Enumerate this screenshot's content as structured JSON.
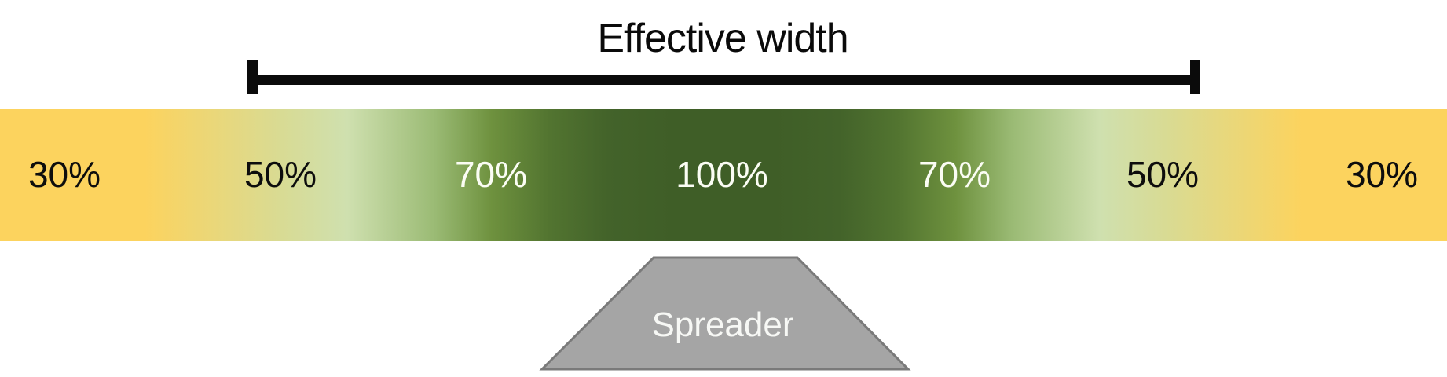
{
  "title": "Effective width",
  "bar": {
    "labels": [
      {
        "text": "30%",
        "value": 30,
        "tone": "dark"
      },
      {
        "text": "50%",
        "value": 50,
        "tone": "dark"
      },
      {
        "text": "70%",
        "value": 70,
        "tone": "light"
      },
      {
        "text": "100%",
        "value": 100,
        "tone": "light"
      },
      {
        "text": "70%",
        "value": 70,
        "tone": "light"
      },
      {
        "text": "50%",
        "value": 50,
        "tone": "dark"
      },
      {
        "text": "30%",
        "value": 30,
        "tone": "dark"
      }
    ]
  },
  "spreader": {
    "label": "Spreader"
  },
  "colors": {
    "edge_yellow_30": "#FCD35E",
    "pale_green_50": "#CFE0AF",
    "mid_green_70": "#6E913E",
    "dark_green_100": "#3F5E27",
    "bracket_black": "#0B0B0B",
    "spreader_fill_gray": "#A5A5A5",
    "spreader_border_gray": "#7A7A7A",
    "label_light": "#FBFDF4",
    "label_dark": "#0D0D0D"
  }
}
